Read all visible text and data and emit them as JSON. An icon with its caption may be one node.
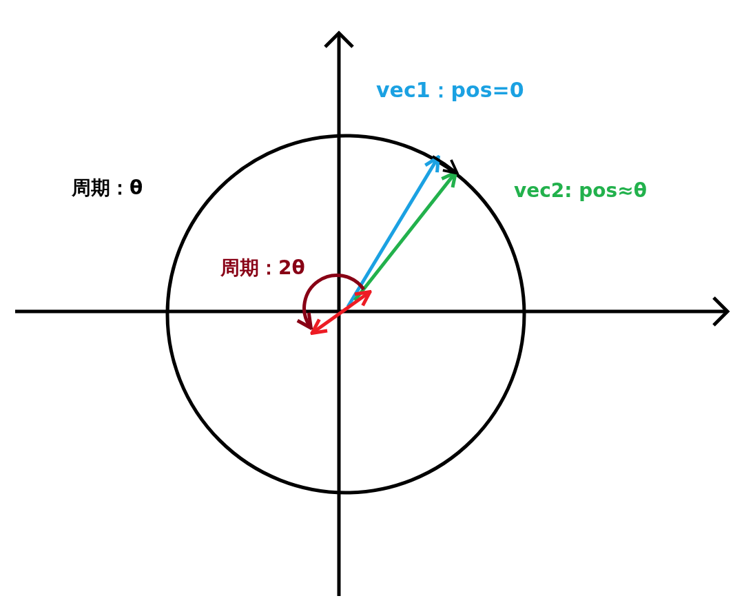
{
  "diagram": {
    "labels": [
      "vec1：pos=0",
      "周期：θ",
      "vec2: pos≈θ",
      "周期：2θ"
    ]
  }
}
